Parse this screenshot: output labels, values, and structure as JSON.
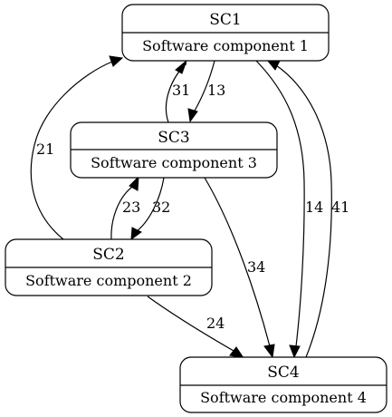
{
  "nodes": {
    "sc1": {
      "title": "SC1",
      "description": "Software component 1"
    },
    "sc2": {
      "title": "SC2",
      "description": "Software component 2"
    },
    "sc3": {
      "title": "SC3",
      "description": "Software component 3"
    },
    "sc4": {
      "title": "SC4",
      "description": "Software component 4"
    }
  },
  "edges": {
    "e13": {
      "from": "SC1",
      "to": "SC3",
      "label": "13"
    },
    "e31": {
      "from": "SC3",
      "to": "SC1",
      "label": "31"
    },
    "e21": {
      "from": "SC2",
      "to": "SC1",
      "label": "21"
    },
    "e23": {
      "from": "SC2",
      "to": "SC3",
      "label": "23"
    },
    "e32": {
      "from": "SC3",
      "to": "SC2",
      "label": "32"
    },
    "e34": {
      "from": "SC3",
      "to": "SC4",
      "label": "34"
    },
    "e14": {
      "from": "SC1",
      "to": "SC4",
      "label": "14"
    },
    "e41": {
      "from": "SC4",
      "to": "SC1",
      "label": "41"
    },
    "e24": {
      "from": "SC2",
      "to": "SC4",
      "label": "24"
    }
  }
}
